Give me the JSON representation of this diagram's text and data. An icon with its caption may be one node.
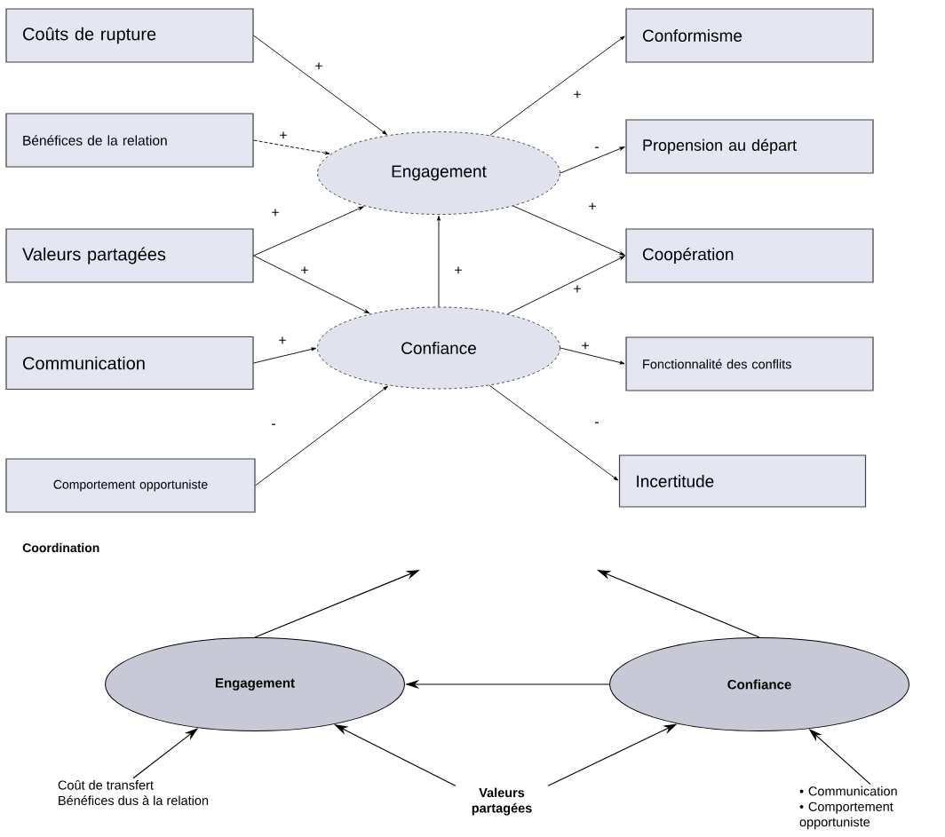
{
  "diagram": {
    "nodes": [
      {
        "text": [
          "Coûts de rupture"
        ]
      },
      {
        "text": [
          "Bénéfices de la relation"
        ]
      },
      {
        "text": [
          "Valeurs partagées"
        ]
      },
      {
        "text": [
          "Communication"
        ]
      },
      {
        "text": [
          "Comportement opportuniste"
        ]
      },
      {
        "text": [
          "Engagement"
        ]
      },
      {
        "text": [
          "Confiance"
        ]
      },
      {
        "text": [
          "Conformisme"
        ]
      },
      {
        "text": [
          "Propension au départ"
        ]
      },
      {
        "text": [
          "Coopération"
        ]
      },
      {
        "text": [
          "Fonctionnalité des conflits"
        ]
      },
      {
        "text": [
          "Incertitude"
        ]
      },
      {
        "text": [
          "Engagement"
        ]
      },
      {
        "text": [
          "Confiance"
        ]
      },
      {
        "text": [
          "Coût de transfert",
          "Bénéfices dus à la relation"
        ]
      },
      {
        "text": [
          "Valeurs partagées"
        ]
      },
      {
        "text": [
          "• Communication",
          "• Comportement opportuniste"
        ]
      }
    ],
    "edges": [
      {
        "from": 0,
        "to": 5,
        "arrow": "to",
        "label": "+"
      },
      {
        "from": 1,
        "to": 5,
        "arrow": "to",
        "label": "+",
        "style": "dashed"
      },
      {
        "from": 2,
        "to": 5,
        "arrow": "to",
        "label": "+"
      },
      {
        "from": 2,
        "to": 6,
        "arrow": "to",
        "label": "+"
      },
      {
        "from": 3,
        "to": 6,
        "arrow": "to",
        "label": "+"
      },
      {
        "from": 4,
        "to": 6,
        "arrow": "to",
        "label": "-"
      },
      {
        "from": 6,
        "to": 5,
        "arrow": "to",
        "label": "+"
      },
      {
        "from": 5,
        "to": 7,
        "arrow": "to",
        "label": "+"
      },
      {
        "from": 5,
        "to": 8,
        "arrow": "to",
        "label": "-"
      },
      {
        "from": 5,
        "to": 9,
        "arrow": "to",
        "label": "+"
      },
      {
        "from": 6,
        "to": 9,
        "arrow": "to",
        "label": "+"
      },
      {
        "from": 6,
        "to": 10,
        "arrow": "to",
        "label": "+"
      },
      {
        "from": 6,
        "to": 11,
        "arrow": "to",
        "label": "-"
      },
      {
        "from": 14,
        "to": 12,
        "arrow": "to"
      },
      {
        "from": 15,
        "to": 12,
        "arrow": "to"
      },
      {
        "from": 15,
        "to": 13,
        "arrow": "to"
      },
      {
        "from": 16,
        "to": 13,
        "arrow": "to"
      },
      {
        "from": 13,
        "to": 12,
        "arrow": "to"
      },
      {
        "from": 12,
        "to": null,
        "arrow": "to"
      },
      {
        "from": 13,
        "to": null,
        "arrow": "to"
      }
    ],
    "labels": [
      "Coordination"
    ]
  }
}
